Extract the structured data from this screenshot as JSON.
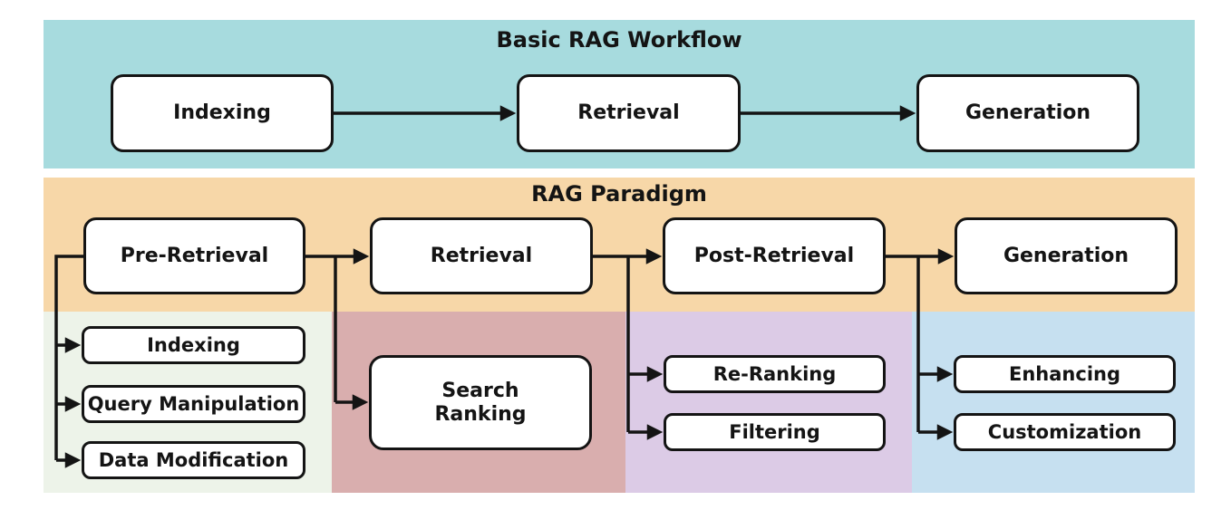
{
  "diagram": {
    "basic": {
      "title": "Basic RAG Workflow",
      "nodes": {
        "indexing": "Indexing",
        "retrieval": "Retrieval",
        "generation": "Generation"
      }
    },
    "paradigm": {
      "title": "RAG Paradigm",
      "stages": {
        "pre_retrieval": "Pre-Retrieval",
        "retrieval": "Retrieval",
        "post_retrieval": "Post-Retrieval",
        "generation": "Generation"
      },
      "sub_steps": {
        "pre_retrieval": {
          "indexing": "Indexing",
          "query_manipulation": "Query Manipulation",
          "data_modification": "Data Modification"
        },
        "retrieval": {
          "search_ranking": "Search\nRanking"
        },
        "post_retrieval": {
          "re_ranking": "Re-Ranking",
          "filtering": "Filtering"
        },
        "generation": {
          "enhancing": "Enhancing",
          "customization": "Customization"
        }
      }
    }
  },
  "colors": {
    "canvas_background": "#ffffff",
    "basic_band": "#a7dbde",
    "paradigm_band": "#f7d7a8",
    "pre_retrieval_band": "#edf3e9",
    "retrieval_band": "#d9aeae",
    "post_retrieval_band": "#dccbe6",
    "generation_band": "#c6e0f0",
    "node_fill": "#ffffff",
    "node_border": "#141414",
    "connector": "#141414",
    "text": "#141414"
  }
}
